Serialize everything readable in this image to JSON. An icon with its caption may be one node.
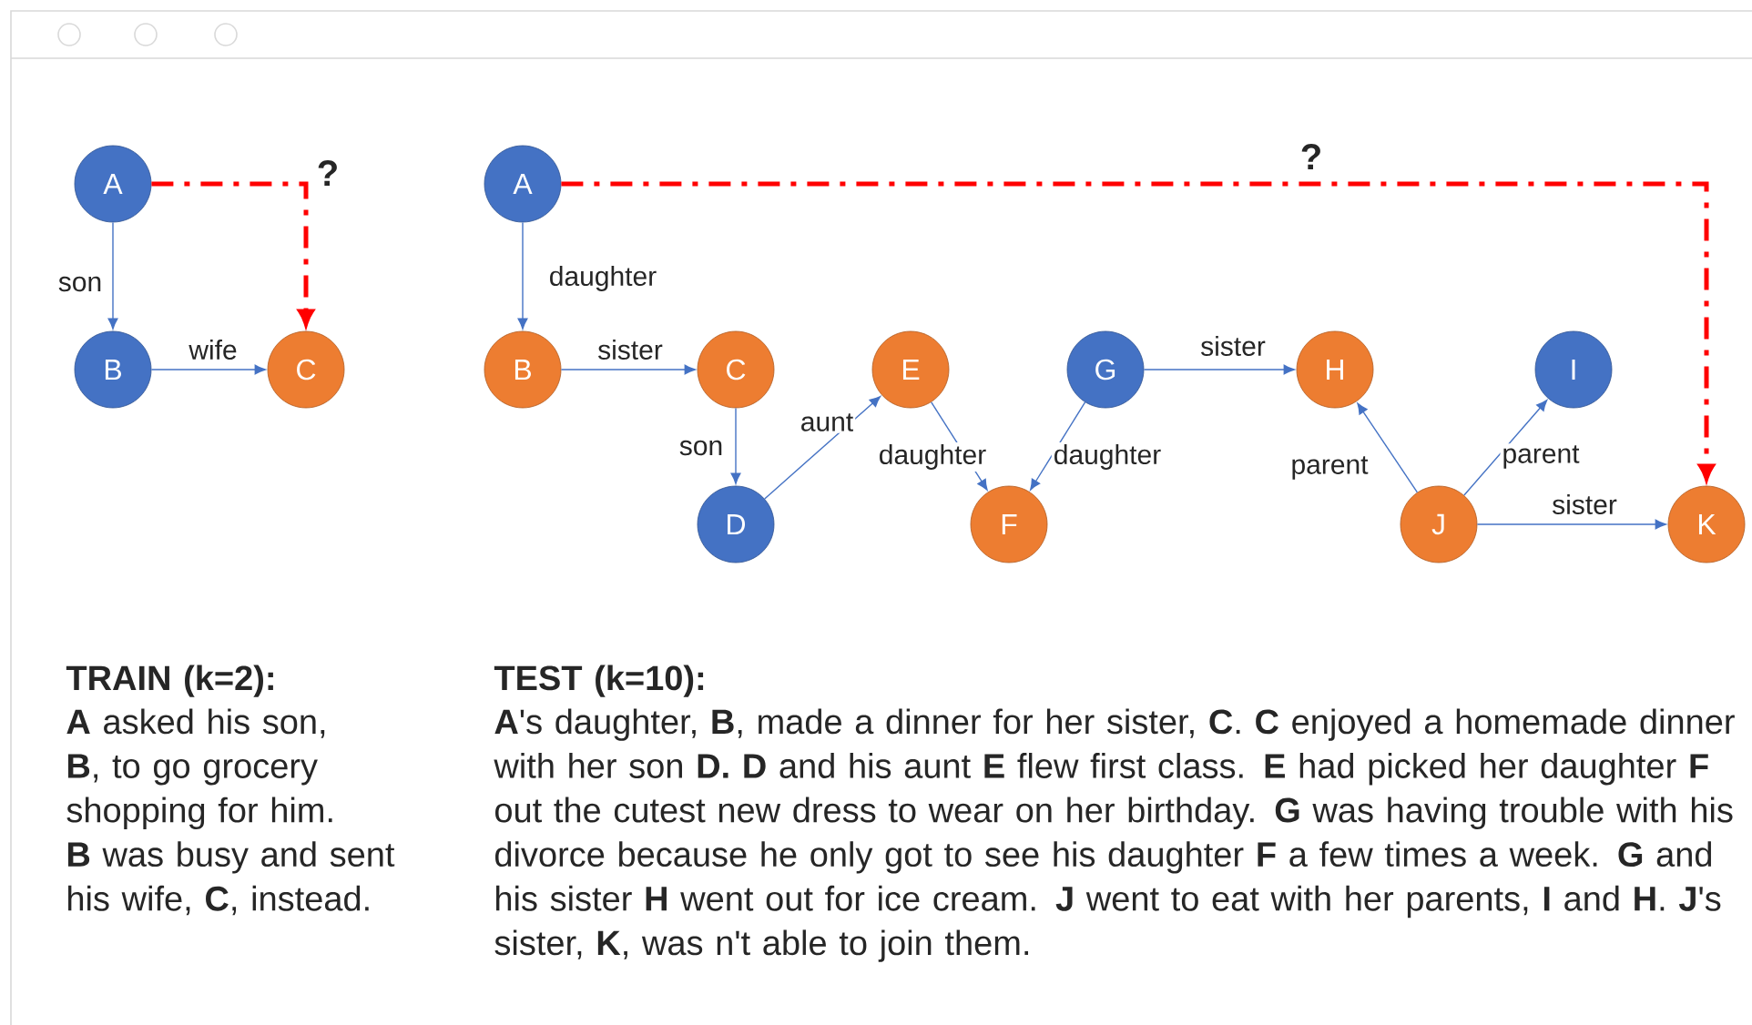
{
  "diagram": {
    "nodes": [
      {
        "text": [
          "A"
        ]
      },
      {
        "text": [
          "B"
        ]
      },
      {
        "text": [
          "C"
        ]
      },
      {
        "text": [
          "A"
        ]
      },
      {
        "text": [
          "B"
        ]
      },
      {
        "text": [
          "C"
        ]
      },
      {
        "text": [
          "D"
        ]
      },
      {
        "text": [
          "E"
        ]
      },
      {
        "text": [
          "F"
        ]
      },
      {
        "text": [
          "G"
        ]
      },
      {
        "text": [
          "H"
        ]
      },
      {
        "text": [
          "I"
        ]
      },
      {
        "text": [
          "J"
        ]
      },
      {
        "text": [
          "K"
        ]
      }
    ],
    "edges": [
      {
        "from": 0,
        "to": 1,
        "arrow": "to",
        "label": "son"
      },
      {
        "from": 1,
        "to": 2,
        "arrow": "to",
        "label": "wife"
      },
      {
        "from": 0,
        "to": 2,
        "arrow": "to",
        "label": "?",
        "style": "dashed",
        "color": "#ff0000"
      },
      {
        "from": 3,
        "to": 4,
        "arrow": "to",
        "label": "daughter"
      },
      {
        "from": 4,
        "to": 5,
        "arrow": "to",
        "label": "sister"
      },
      {
        "from": 5,
        "to": 6,
        "arrow": "to",
        "label": "son"
      },
      {
        "from": 6,
        "to": 7,
        "arrow": "to",
        "label": "aunt"
      },
      {
        "from": 7,
        "to": 8,
        "arrow": "to",
        "label": "daughter"
      },
      {
        "from": 9,
        "to": 8,
        "arrow": "to",
        "label": "daughter"
      },
      {
        "from": 9,
        "to": 10,
        "arrow": "to",
        "label": "sister"
      },
      {
        "from": 12,
        "to": 10,
        "arrow": "to",
        "label": "parent"
      },
      {
        "from": 12,
        "to": 11,
        "arrow": "to",
        "label": "parent"
      },
      {
        "from": 12,
        "to": 13,
        "arrow": "to",
        "label": "sister"
      },
      {
        "from": 3,
        "to": 13,
        "arrow": "to",
        "label": "?",
        "style": "dashed",
        "color": "#ff0000"
      }
    ],
    "labels": [
      "TRAIN (k=2):",
      "**A** asked his son, **B**, to go grocery shopping for him. **B** was busy and sent his wife, **C**, instead.",
      "TEST (k=10):",
      "**A**'s daughter, **B**, made a dinner for her sister, **C**. **C** enjoyed a homemade dinner with her son **D. D** and his aunt **E** flew first class. **E** had picked her daughter **F** out the cutest new dress to wear on her birthday. **G** was having trouble with his divorce because he only got to see his daughter **F** a few times a week. **G** and his sister **H** went out for ice cream. **J** went to eat with her parents, **I** and **H**. **J**'s sister, **K**, was n't able to join them."
    ]
  }
}
